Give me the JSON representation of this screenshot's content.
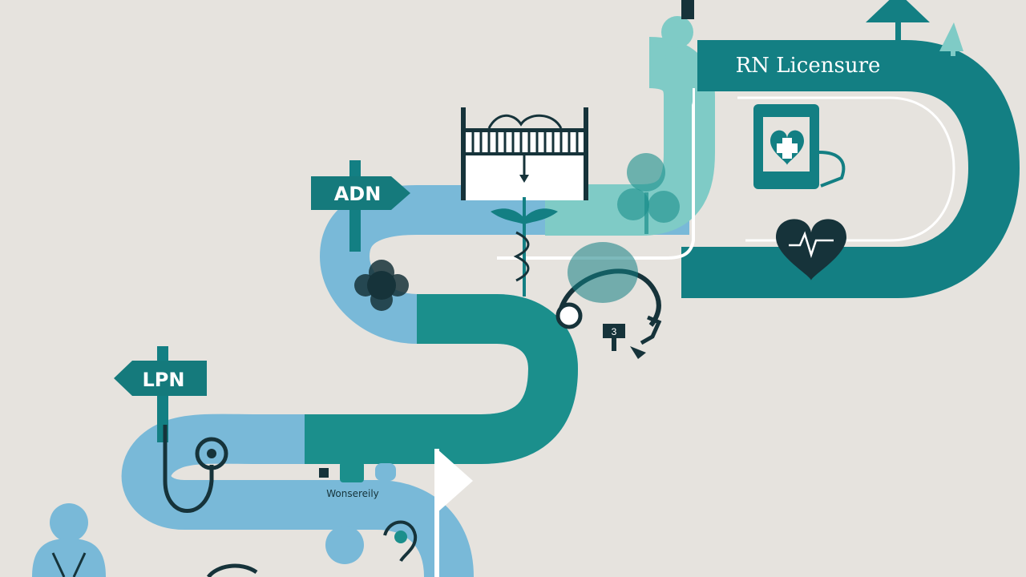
{
  "signs": {
    "lpn": "LPN",
    "adn": "ADN",
    "rn": "RN Licensure"
  },
  "road_label": "Wonsereily",
  "small_marker": "3",
  "colors": {
    "background": "#e6e3de",
    "teal_dark": "#137f83",
    "teal_mid": "#1b8f8c",
    "teal_light": "#7fcbc6",
    "blue_light": "#79b9d8",
    "navy": "#16333a",
    "sign_teal": "#157a7c"
  },
  "icons": [
    "person-icon",
    "stethoscope-icon",
    "gate-icon",
    "caduceus-icon",
    "medical-badge-icon",
    "heart-monitor-icon",
    "tree-icon",
    "clinic-icon",
    "person-figure-icon",
    "cross-shape-icon",
    "hat-icon"
  ]
}
